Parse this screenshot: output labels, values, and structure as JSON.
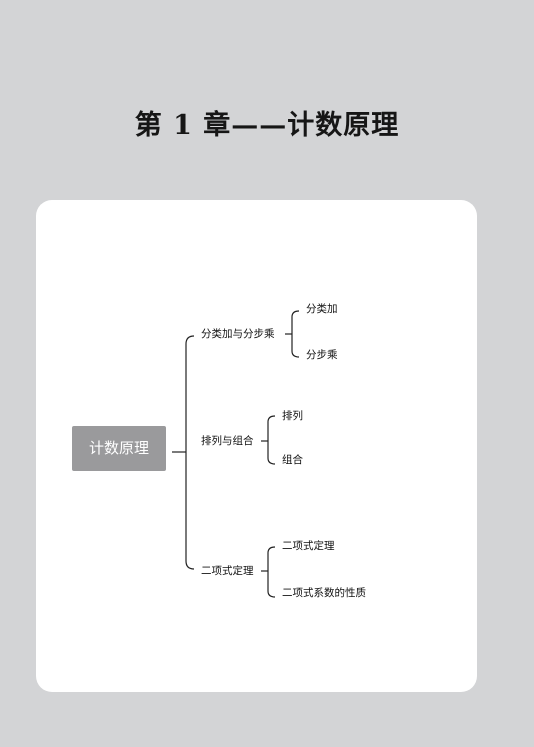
{
  "title": "第 1 章——计数原理",
  "mindmap": {
    "root": "计数原理",
    "branches": [
      {
        "label": "分类加与分步乘",
        "children": [
          "分类加",
          "分步乘"
        ]
      },
      {
        "label": "排列与组合",
        "children": [
          "排列",
          "组合"
        ]
      },
      {
        "label": "二项式定理",
        "children": [
          "二项式定理",
          "二项式系数的性质"
        ]
      }
    ]
  },
  "colors": {
    "page_background": "#d3d4d6",
    "card_background": "#ffffff",
    "root_node_fill": "#9a9a9c",
    "line": "#222222"
  }
}
